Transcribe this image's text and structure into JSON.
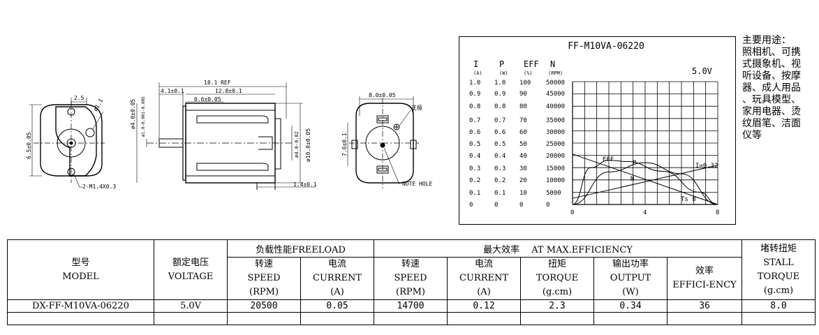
{
  "drawing": {
    "dims_front": [
      "2.5",
      "ø1.1",
      "6.5±0.05",
      "2-M1.4X0.3"
    ],
    "dims_side": [
      "18.1 REF",
      "4.1±0.1",
      "12.8±0.1",
      "0.6±0.05",
      "ø4.0±0.05",
      "ø1.0-0.001-0.005",
      "ø10.0±0.05",
      "ø4.0-0.02",
      "1.4±0.1"
    ],
    "dims_rear": [
      "8.0±0.05",
      "正极",
      "7.6±0.1",
      "NOTE HOLE"
    ]
  },
  "chart_data": {
    "type": "line",
    "title": "FF-M10VA-06220",
    "voltage_label": "5.0V",
    "column_headers": [
      {
        "symbol": "I",
        "unit": "(A)"
      },
      {
        "symbol": "P",
        "unit": "(W)"
      },
      {
        "symbol": "EFF",
        "unit": "(%)"
      },
      {
        "symbol": "N",
        "unit": "(RPM)"
      }
    ],
    "scale_rows": [
      [
        "1.0",
        "1.0",
        "100",
        "50000"
      ],
      [
        "0.9",
        "0.9",
        "90",
        "45000"
      ],
      [
        "0.8",
        "0.8",
        "80",
        "40000"
      ],
      [
        "0.7",
        "0.7",
        "70",
        "35000"
      ],
      [
        "0.6",
        "0.6",
        "60",
        "30000"
      ],
      [
        "0.5",
        "0.5",
        "50",
        "25000"
      ],
      [
        "0.4",
        "0.4",
        "40",
        "20000"
      ],
      [
        "0.3",
        "0.3",
        "30",
        "15000"
      ],
      [
        "0.2",
        "0.2",
        "20",
        "10000"
      ],
      [
        "0.1",
        "0.1",
        "10",
        "5000"
      ],
      [
        "0",
        "0",
        "0",
        "0"
      ]
    ],
    "x_ticks": [
      "0",
      "4",
      "8"
    ],
    "xlim": [
      0,
      8
    ],
    "ylim": [
      0,
      1.0
    ],
    "grid": true,
    "series": [
      {
        "name": "N",
        "x": [
          0,
          8
        ],
        "y": [
          0.41,
          0.0
        ]
      },
      {
        "name": "I",
        "x": [
          0,
          8
        ],
        "y": [
          0.05,
          0.32
        ]
      },
      {
        "name": "P",
        "x": [
          0,
          2,
          4,
          6,
          8
        ],
        "y": [
          0,
          0.265,
          0.34,
          0.25,
          0.0
        ]
      },
      {
        "name": "EFF",
        "x": [
          0,
          1,
          2,
          3,
          5,
          7,
          8
        ],
        "y": [
          0,
          0.3,
          0.36,
          0.35,
          0.27,
          0.1,
          0.0
        ]
      }
    ],
    "annotations": [
      "EFF",
      "P",
      "N",
      "I=0.32",
      "Ts 8"
    ]
  },
  "usage": {
    "title": "主要用途：",
    "lines": [
      "照相机、可携",
      "式摄象机、视",
      "听设备、按摩",
      "器、成人用品",
      "、玩具模型、",
      "家用电器、烫",
      "纹眉笔、洁面",
      "仪等"
    ]
  },
  "table": {
    "model_cn": "型号",
    "model_en": "MODEL",
    "voltage_cn": "额定电压",
    "voltage_en": "VOLTAGE",
    "freeload_label": "负载性能FREELOAD",
    "maxeff_label": "最大效率　 AT MAX.EFFICIENCY",
    "stall_cn": "堵转扭矩",
    "stall_en": "STALL",
    "stall_en2": "TORQUE",
    "stall_unit": "(g.cm)",
    "columns": [
      {
        "cn": "转速",
        "en": "SPEED",
        "unit": "(RPM)"
      },
      {
        "cn": "电流",
        "en": "CURRENT",
        "unit": "(A)"
      },
      {
        "cn": "转速",
        "en": "SPEED",
        "unit": "(RPM)"
      },
      {
        "cn": "电流",
        "en": "CURRENT",
        "unit": "(A)"
      },
      {
        "cn": "扭矩",
        "en": "TORQUE",
        "unit": "(g.cm)"
      },
      {
        "cn": "输出功率",
        "en": "OUTPUT",
        "unit": "(W)"
      }
    ],
    "eff_cn": "效率",
    "eff_en": "EFFICI-ENCY",
    "row": [
      "DX-FF-M10VA-06220",
      "5.0V",
      "20500",
      "0.05",
      "14700",
      "0.12",
      "2.3",
      "0.34",
      "36",
      "8.0"
    ]
  }
}
